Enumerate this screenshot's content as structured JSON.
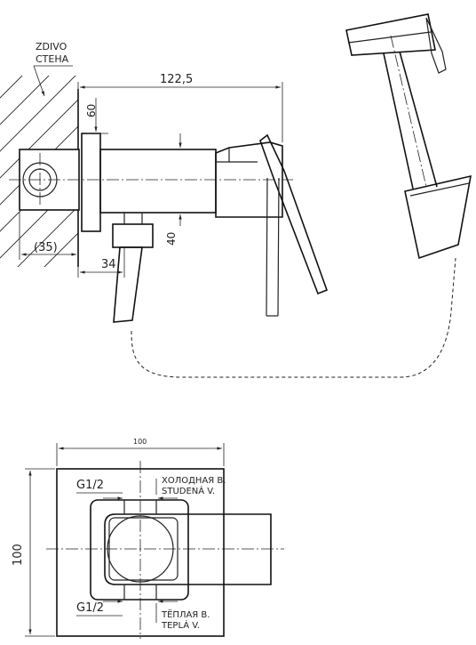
{
  "wall_labels": {
    "line1": "ZDIVO",
    "line2": "СТЕНА"
  },
  "side_view": {
    "dim_total_length": "122,5",
    "dim_flange_height": "60",
    "dim_outlet_height": "40",
    "dim_wall_depth": "(35)",
    "dim_outlet_offset": "34"
  },
  "front_view": {
    "dim_width": "100",
    "dim_height": "100",
    "inlet_top_thread": "G1/2",
    "inlet_bottom_thread": "G1/2",
    "cold_water_ru": "ХОЛОДНАЯ В.",
    "cold_water_cz": "STUDENÁ V.",
    "hot_water_ru": "ТЁПЛАЯ В.",
    "hot_water_cz": "TEPLÁ V."
  }
}
